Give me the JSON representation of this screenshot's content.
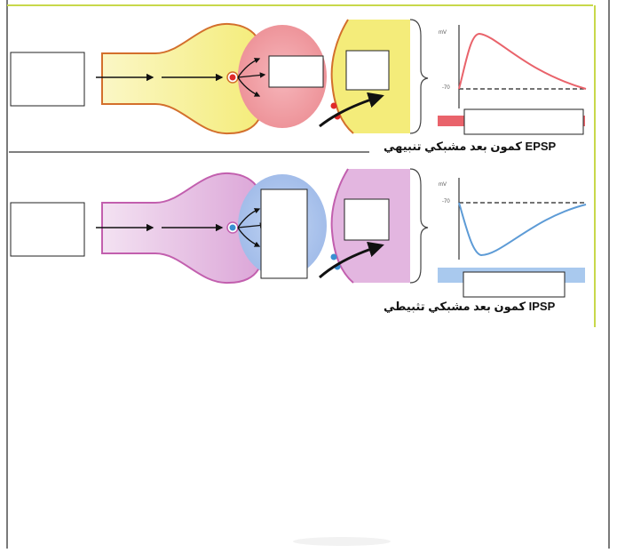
{
  "labels": {
    "epsp": "EPSP كمون بعد مشبكي تنبيهي",
    "ipsp": "IPSP كمون بعد مشبكي تثبيطي"
  },
  "graph_ticks": {
    "mv": "mV",
    "rest": "-70"
  },
  "colors": {
    "excitatory_fill": "#f6ee8c",
    "excitatory_dot": "#e02a2a",
    "excitatory_cleft": "#ef9aa0",
    "excitatory_curve": "#e9636b",
    "inhibitory_fill": "#e3b6e0",
    "inhibitory_dot": "#3a8fd1",
    "inhibitory_cleft": "#a9c3ec",
    "inhibitory_curve": "#5d9bd6",
    "border_accent": "#c8d84a"
  }
}
